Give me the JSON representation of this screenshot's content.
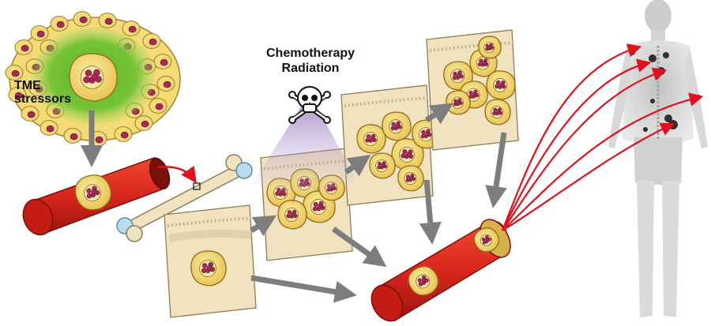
{
  "labels": {
    "tme_line1": "TME",
    "tme_line2": "stressors",
    "treatment_line1": "Chemotherapy",
    "treatment_line2": "Radiation"
  },
  "icons": {
    "skull": "skull-and-crossbones-icon"
  },
  "colors": {
    "vessel_red": "#d8261c",
    "tme_green": "#5cb82c",
    "cell_yellow": "#f4db75",
    "nucleus_magenta": "#a8285a",
    "bone_tan": "#f1e3bf",
    "flow_arrow_gray": "#7d7d7d",
    "metastasis_arrow_red": "#e0101c",
    "radiation_purple": "#8a5aa8"
  }
}
